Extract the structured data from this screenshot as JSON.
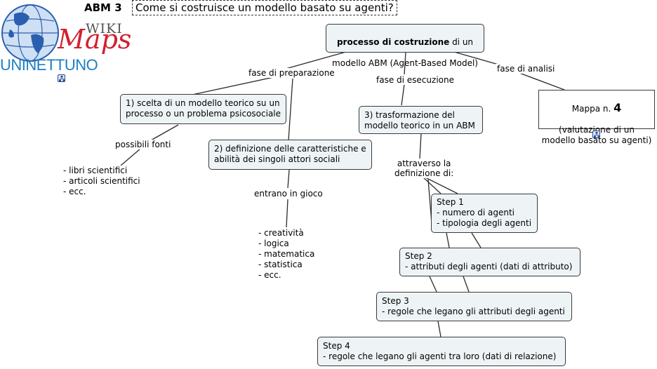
{
  "header": {
    "code": "ABM 3",
    "question": "Come si costruisce un modello basato su agenti?"
  },
  "logo": {
    "wiki": "WIKI",
    "maps": "Maps",
    "brand": "UNINETTUNO",
    "colors": {
      "globe": "#2a5fb0",
      "maps": "#d2202f",
      "brand": "#1c7fc4"
    }
  },
  "root": {
    "bold": "processo di costruzione",
    "rest1": " di un",
    "line2": "modello ABM (Agent-Based Model)"
  },
  "edge_labels": {
    "prep": "fase di preparazione",
    "exec": "fase di esecuzione",
    "anal": "fase di analisi",
    "fonti": "possibili fonti",
    "gioco": "entrano in gioco",
    "attraverso": "attraverso la\ndefinizione di:"
  },
  "nodes": {
    "n1": "1) scelta di un modello teorico su un\nprocesso o un problema psicosociale",
    "n2": "2) definizione delle caratteristiche e\nabilità dei singoli attori sociali",
    "n3": "3) trasformazione del\nmodello teorico in un ABM",
    "mappa_pre": "Mappa n. ",
    "mappa_num": "4",
    "mappa_rest": "(valutazione di un\nmodello basato su agenti)",
    "step1": "Step 1\n- numero di agenti\n- tipologia degli agenti",
    "step2": "Step 2\n- attributi degli agenti (dati di attributo)",
    "step3": "Step 3\n- regole che legano gli attributi degli agenti",
    "step4": "Step 4\n- regole che legano gli agenti tra loro (dati di relazione)"
  },
  "lists": {
    "fonti": "- libri scientifici\n- articoli scientifici\n- ecc.",
    "gioco": "- creatività\n- logica\n- matematica\n- statistica\n- ecc."
  }
}
